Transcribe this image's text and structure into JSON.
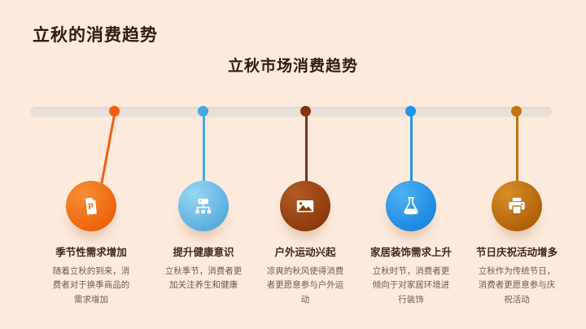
{
  "header": {
    "title": "立秋的消费趋势",
    "subtitle": "立秋市场消费趋势"
  },
  "colors": {
    "background": "#fceadd",
    "heading": "#2f1d12",
    "title_text": "#3f2a1b",
    "desc_text": "#6d5c4c",
    "bar": "#e8e1d9"
  },
  "trends": [
    {
      "icon": "ppt-file-icon",
      "icon_letter": "P",
      "title": "季节性需求增加",
      "description": "随着立秋的到来，消费者对于换季商品的需求增加",
      "colors": {
        "light": "#f78f38",
        "dark": "#ed5f05",
        "dot": "#f2600f"
      }
    },
    {
      "icon": "sitemap-icon",
      "title": "提升健康意识",
      "description": "立秋季节，消费者更加关注养生和健康",
      "colors": {
        "light": "#97d6f2",
        "dark": "#54abdd",
        "dot": "#45a8e6"
      }
    },
    {
      "icon": "image-icon",
      "title": "户外运动兴起",
      "description": "凉爽的秋风使得消费者更愿意参与户外运动",
      "colors": {
        "light": "#b25a24",
        "dark": "#8a380c",
        "dot": "#83340e"
      }
    },
    {
      "icon": "flask-icon",
      "title": "家居装饰需求上升",
      "description": "立秋时节，消费者更倾向于对家居环境进行装饰",
      "colors": {
        "light": "#4fb1f2",
        "dark": "#1786df",
        "dot": "#2196e8"
      }
    },
    {
      "icon": "printer-icon",
      "title": "节日庆祝活动增多",
      "description": "立秋作为传统节日，消费者更愿意参与庆祝活动",
      "colors": {
        "light": "#d68e28",
        "dark": "#ad5d06",
        "dot": "#c27410"
      }
    }
  ]
}
